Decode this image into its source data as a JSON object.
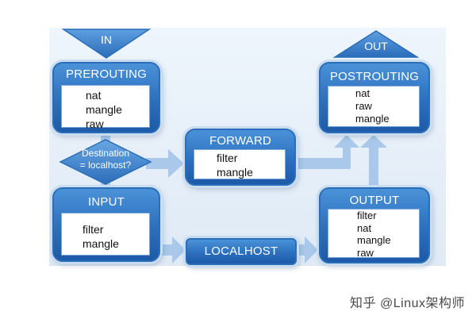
{
  "entry_label": "IN",
  "exit_label": "OUT",
  "decision_label_line1": "Destination",
  "decision_label_line2": "= localhost?",
  "chains": {
    "prerouting": {
      "title": "PREROUTING",
      "tables": [
        "nat",
        "mangle",
        "raw"
      ]
    },
    "forward": {
      "title": "FORWARD",
      "tables": [
        "filter",
        "mangle"
      ]
    },
    "postrouting": {
      "title": "POSTROUTING",
      "tables": [
        "nat",
        "raw",
        "mangle"
      ]
    },
    "input": {
      "title": "INPUT",
      "tables": [
        "filter",
        "mangle"
      ]
    },
    "output": {
      "title": "OUTPUT",
      "tables": [
        "filter",
        "nat",
        "mangle",
        "raw"
      ]
    }
  },
  "localhost_label": "LOCALHOST",
  "watermark": "知乎 @Linux架构师",
  "colors": {
    "box_blue": "#2c6fbe",
    "arrow_blue": "#a9c8ea",
    "background": "#ffffff"
  }
}
